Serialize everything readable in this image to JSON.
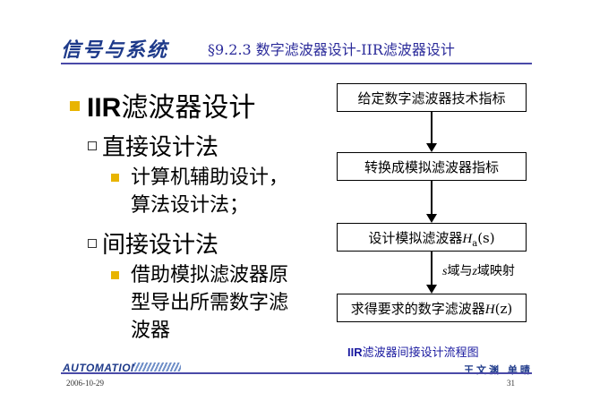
{
  "header": {
    "course_logo": "信号与系统",
    "section_title": "§9.2.3  数字滤波器设计-IIR滤波器设计"
  },
  "outline": {
    "heading_prefix": "IIR",
    "heading_rest": "滤波器设计",
    "items": [
      {
        "label": "直接设计法",
        "sub": [
          "计算机辅助设计，",
          "算法设计法；"
        ]
      },
      {
        "label": "间接设计法",
        "sub": [
          "借助模拟滤波器原",
          "型导出所需数字滤",
          "波器"
        ]
      }
    ]
  },
  "flowchart": {
    "box1": "给定数字滤波器技术指标",
    "box2": "转换成模拟滤波器指标",
    "box3_text": "设计模拟滤波器",
    "box3_var": "H",
    "box3_sub": "a",
    "box3_arg": "(s)",
    "map_s": "s",
    "map_mid": "域与",
    "map_z": "z",
    "map_end": "域映射",
    "box4_text": "求得要求的数字滤波器",
    "box4_var": "H",
    "box4_arg": "(z)",
    "caption_prefix": "IIR",
    "caption_rest": "滤波器间接设计流程图"
  },
  "footer": {
    "logo_text": "AUTOMATION",
    "author": "王文渊 单晴",
    "date": "2006-10-29",
    "page": "31"
  },
  "colors": {
    "accent_bullet": "#e8b400",
    "header_blue": "#2b2b9a"
  }
}
